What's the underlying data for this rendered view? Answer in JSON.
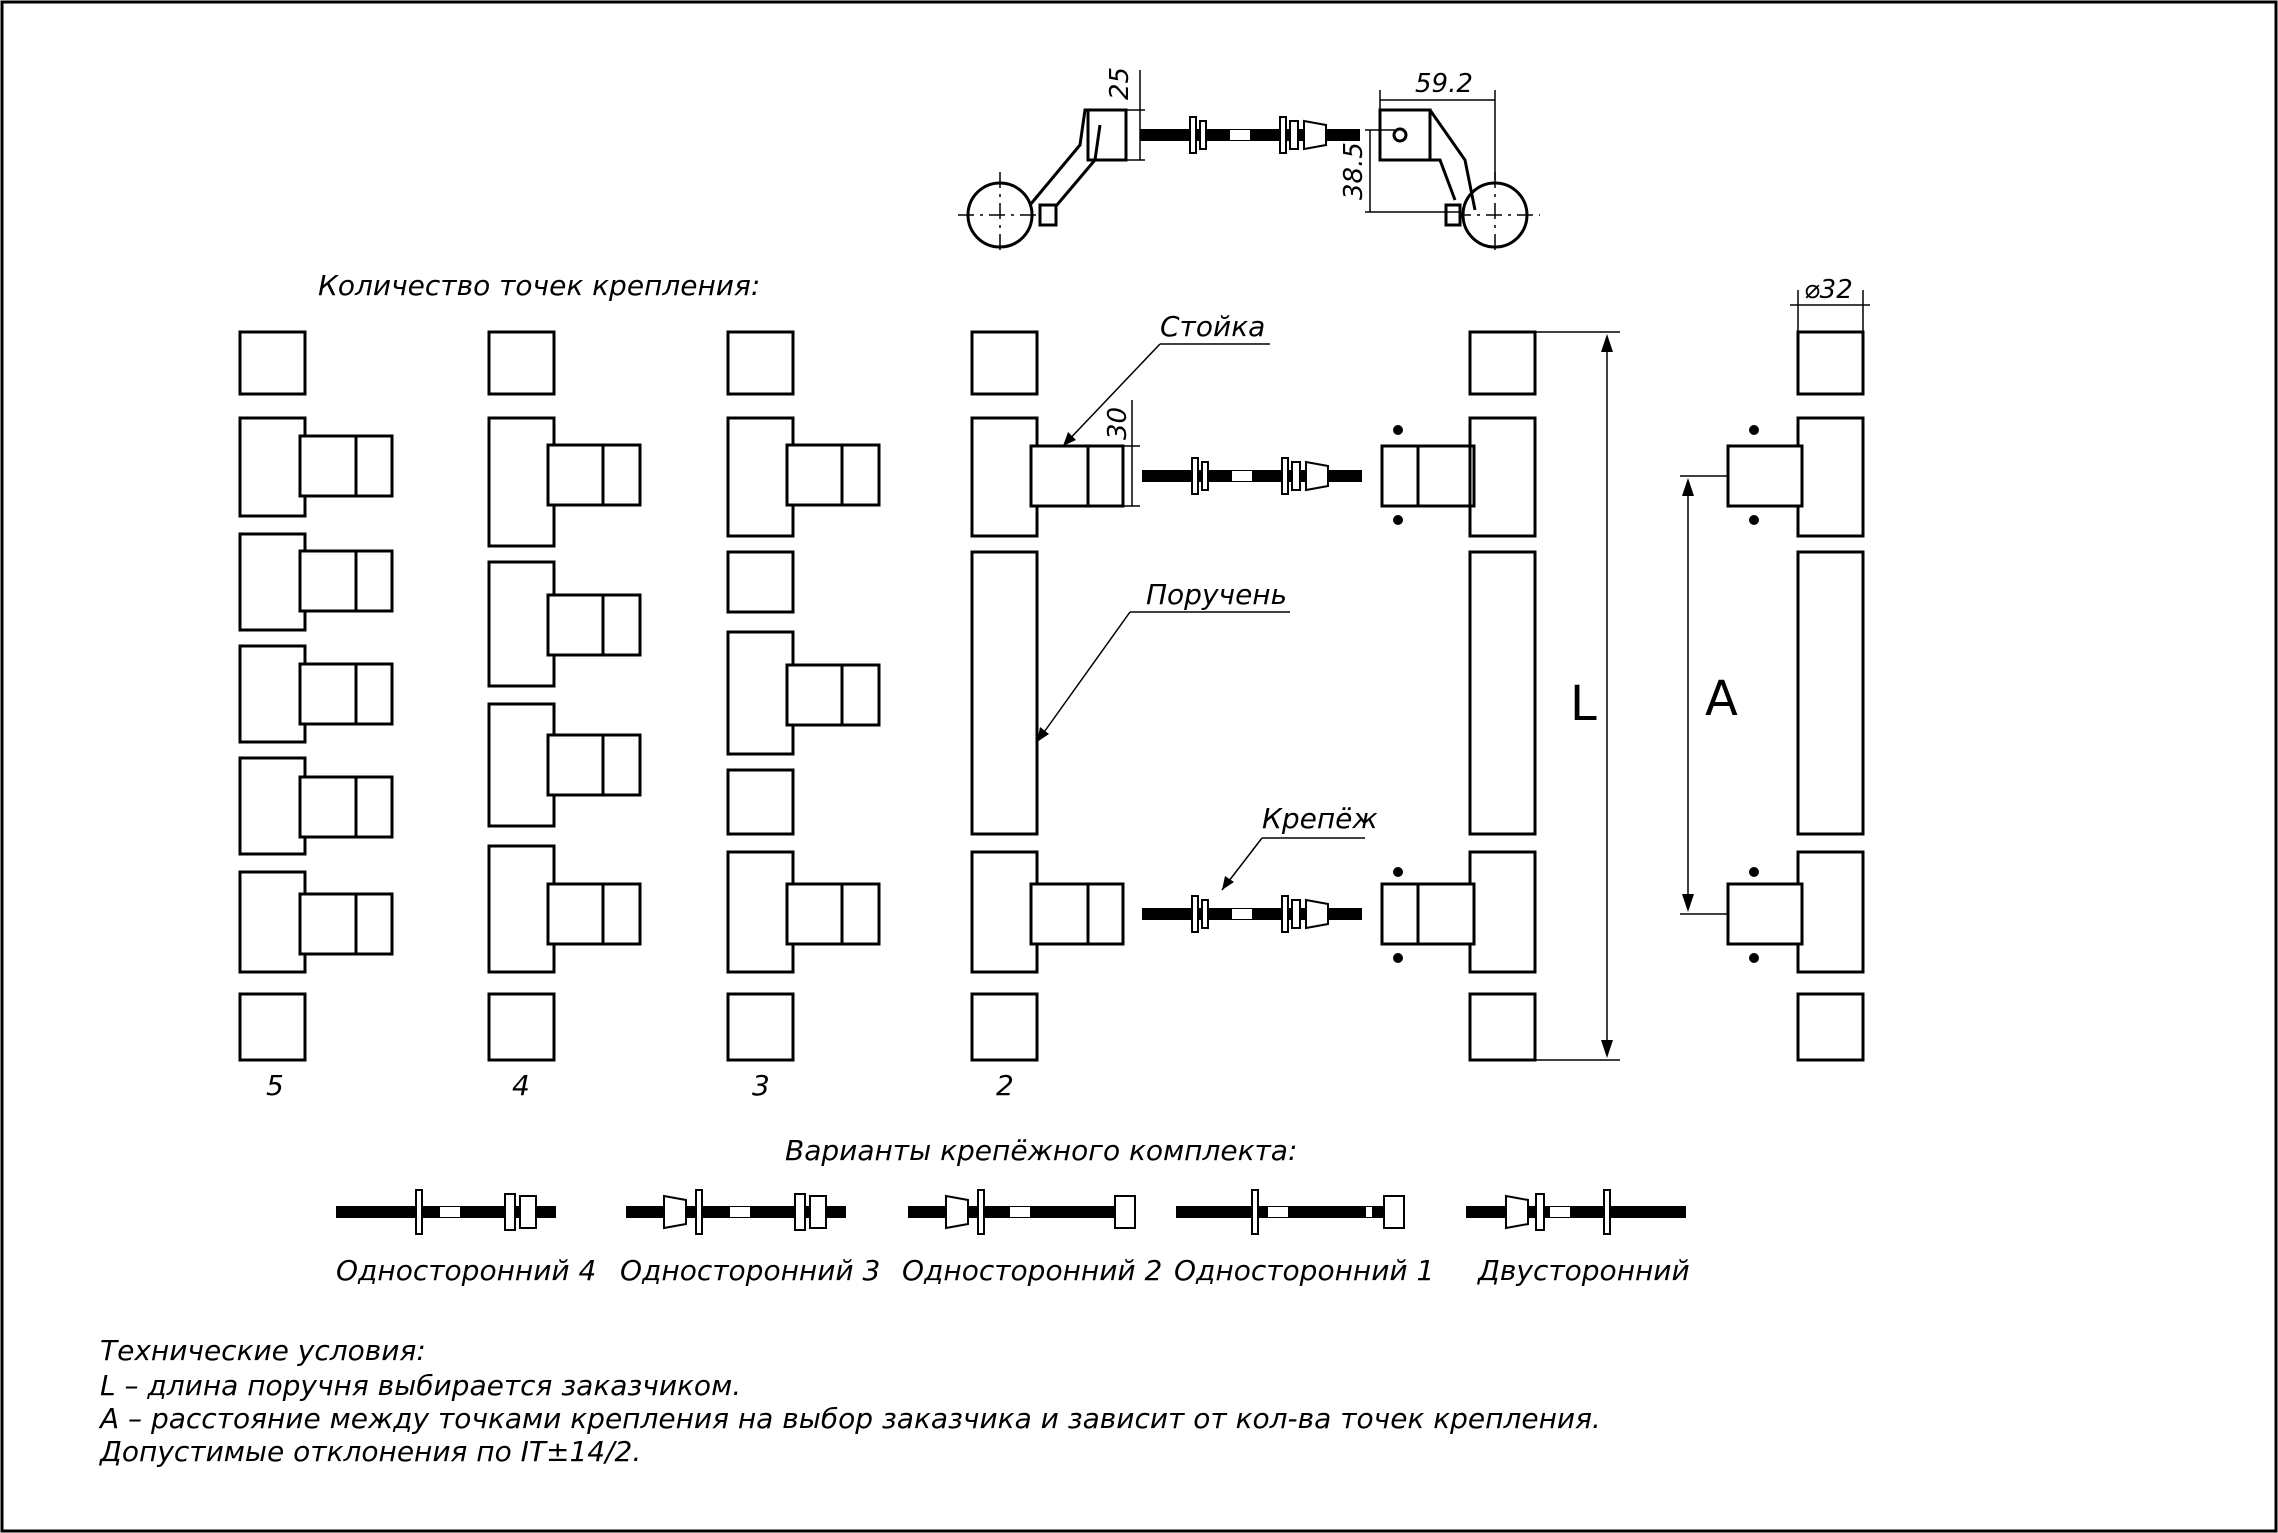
{
  "labels": {
    "mount_points_title": "Количество точек крепления:",
    "post": "Стойка",
    "handrail": "Поручень",
    "fastener": "Крепёж",
    "kit_variants_title": "Варианты крепёжного комплекта:"
  },
  "dimensions": {
    "d25": "25",
    "d59_2": "59.2",
    "d38_5": "38.5",
    "d30": "30",
    "diameter": "⌀32",
    "L": "L",
    "A": "A"
  },
  "mount_counts": [
    "5",
    "4",
    "3",
    "2"
  ],
  "kit_variants": [
    "Односторонний 4",
    "Односторонний 3",
    "Односторонний 2",
    "Односторонний 1",
    "Двусторонний"
  ],
  "tech": {
    "title": "Технические условия:",
    "lines": [
      "L – длина поручня выбирается заказчиком.",
      "A – расстояние между точками крепления на выбор заказчика и зависит от кол-ва точек крепления.",
      "Допустимые отклонения по IT±14/2."
    ]
  }
}
